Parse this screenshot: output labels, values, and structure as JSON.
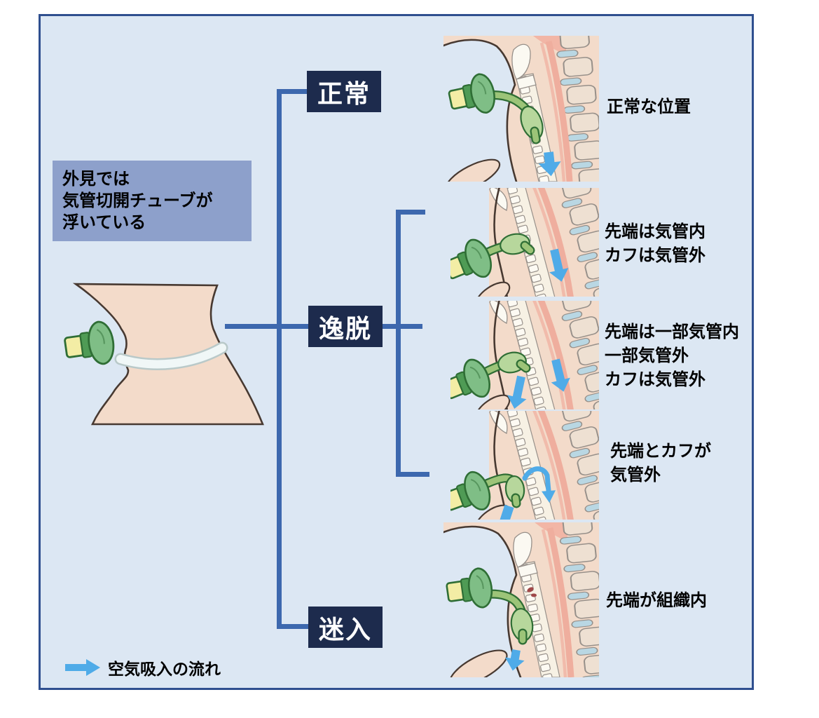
{
  "note_box": {
    "lines": [
      "外見では",
      "気管切開チューブが",
      "浮いている"
    ]
  },
  "flowchart": {
    "nodes": [
      {
        "id": "normal",
        "label": "正常"
      },
      {
        "id": "deviation",
        "label": "逸脱"
      },
      {
        "id": "migration",
        "label": "迷入"
      }
    ]
  },
  "cases": [
    {
      "label_lines": [
        "正常な位置"
      ]
    },
    {
      "label_lines": [
        "先端は気管内",
        "カフは気管外"
      ]
    },
    {
      "label_lines": [
        "先端は一部気管内",
        "一部気管外",
        "カフは気管外"
      ]
    },
    {
      "label_lines": [
        "先端とカフが",
        "気管外"
      ]
    },
    {
      "label_lines": [
        "先端が組織内"
      ]
    }
  ],
  "legend": {
    "label": "空気吸入の流れ"
  },
  "colors": {
    "panel_bg": "#dce7f3",
    "panel_border": "#2f4f8f",
    "node_bg": "#1d2b4d",
    "node_text": "#ffffff",
    "note_bg": "#8da0cb",
    "connector": "#3d68ae",
    "air_arrow": "#4fabe8",
    "skin": "#f3dbca",
    "tube_green": "#9cc478",
    "connector_yellow": "#f3eda5"
  }
}
